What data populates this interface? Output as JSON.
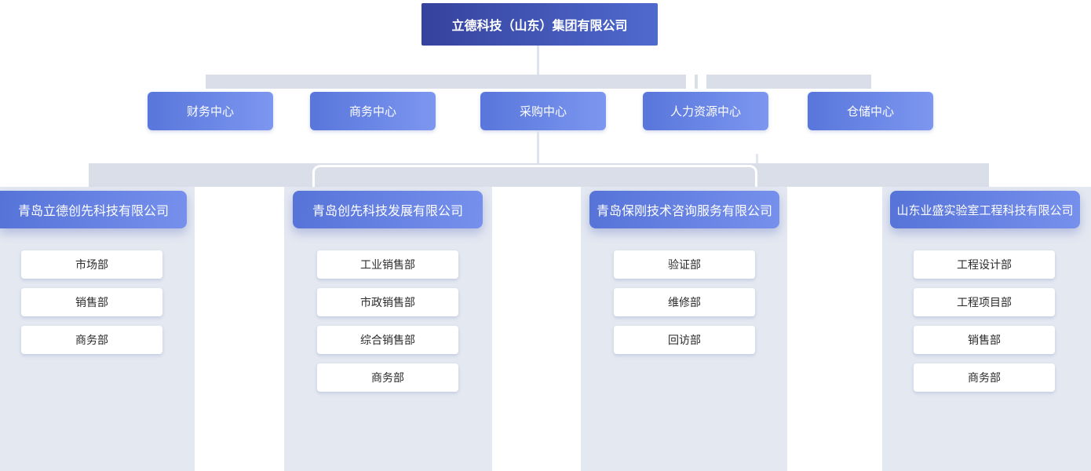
{
  "org": {
    "root_label": "立德科技（山东）集团有限公司",
    "centers": [
      "财务中心",
      "商务中心",
      "采购中心",
      "人力资源中心",
      "仓储中心"
    ],
    "companies": [
      {
        "name": "青岛立德创先科技有限公司",
        "departments": [
          "市场部",
          "销售部",
          "商务部"
        ]
      },
      {
        "name": "青岛创先科技发展有限公司",
        "departments": [
          "工业销售部",
          "市政销售部",
          "综合销售部",
          "商务部"
        ]
      },
      {
        "name": "青岛保刚技术咨询服务有限公司",
        "departments": [
          "验证部",
          "维修部",
          "回访部"
        ]
      },
      {
        "name": "山东业盛实验室工程科技有限公司",
        "departments": [
          "工程设计部",
          "工程项目部",
          "销售部",
          "商务部"
        ]
      }
    ],
    "colors": {
      "root_gradient_start": "#36429d",
      "root_gradient_end": "#4f6ace",
      "node_gradient_start": "#5876db",
      "node_gradient_end": "#7d97f0",
      "header_gradient_start": "#5673d8",
      "header_gradient_end": "#7690ec",
      "connector_bar": "#d9dee9",
      "connector_line": "#dfe3ee",
      "column_panel": "#e4e8f1",
      "node_text": "#ffffff",
      "department_text": "#2b2b2b",
      "department_card": "#ffffff"
    }
  }
}
